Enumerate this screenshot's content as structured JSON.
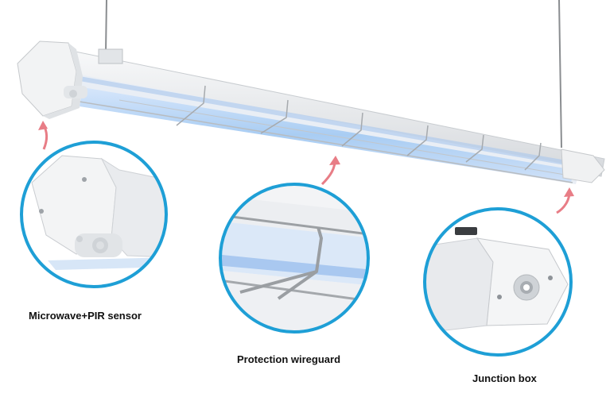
{
  "callouts": [
    {
      "label": "Microwave+PIR sensor"
    },
    {
      "label": "Protection wireguard"
    },
    {
      "label": "Junction box"
    }
  ],
  "colors": {
    "callout_ring": "#1e9fd6",
    "arrow": "#e87d86",
    "tube_glow": "#a9cdf3",
    "housing": "#eef0f2"
  }
}
